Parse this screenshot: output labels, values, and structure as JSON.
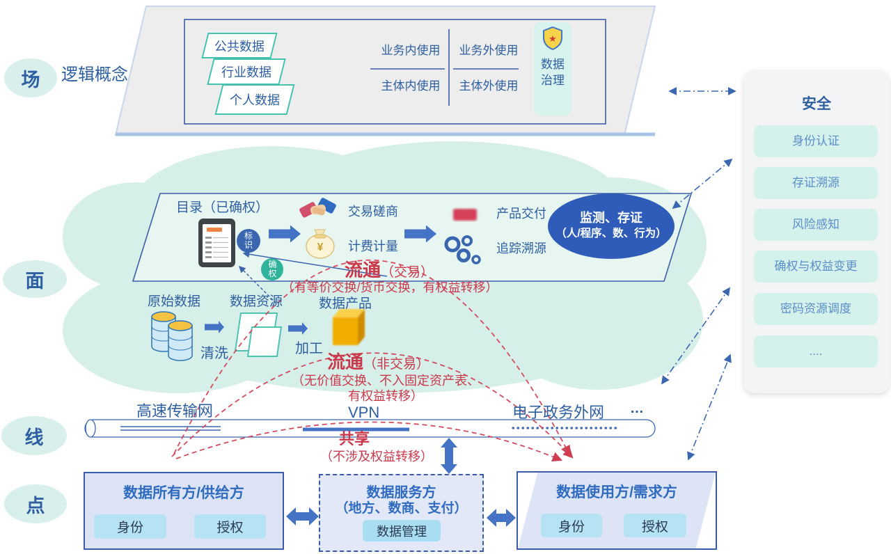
{
  "rail": {
    "items": [
      "场",
      "面",
      "线",
      "点"
    ]
  },
  "concept": {
    "label": "逻辑概念"
  },
  "scene": {
    "chips": [
      "公共数据",
      "行业数据",
      "个人数据"
    ],
    "matrix": {
      "tl": "业务内使用",
      "tr": "业务外使用",
      "bl": "主体内使用",
      "br": "主体外使用"
    },
    "governance": "数据治理"
  },
  "security": {
    "title": "安全",
    "items": [
      "身份认证",
      "存证溯源",
      "风险感知",
      "确权与权益变更",
      "密码资源调度",
      "...."
    ]
  },
  "platform": {
    "catalog": "目录（已确权）",
    "badge_tag": "标识",
    "badge_confirm": "确权",
    "negotiation": "交易磋商",
    "metering": "计费计量",
    "delivery": "产品交付",
    "trace": "追踪溯源",
    "monitor_line1": "监测、存证",
    "monitor_line2": "（人/程序、数、行为）"
  },
  "pipeline": {
    "raw": "原始数据",
    "clean": "清洗",
    "resource": "数据资源",
    "process": "加工",
    "product": "数据产品"
  },
  "circulation": {
    "trade": "流通",
    "trade_mode": "（交易）",
    "trade_note": "（有等价交换/货币交换，有权益转移）",
    "nontrade": "流通",
    "nontrade_mode": "（非交易）",
    "nontrade_note1": "（无价值交换、不入固定资产表、",
    "nontrade_note2": "有权益转移）",
    "share": "共享",
    "share_note": "（不涉及权益转移）"
  },
  "network": {
    "highspeed": "高速传输网",
    "vpn": "VPN",
    "egov": "电子政务外网",
    "more": "…"
  },
  "parties": {
    "owner": {
      "title": "数据所有方/供给方",
      "chips": [
        "身份",
        "授权"
      ]
    },
    "service": {
      "title": "数据服务方",
      "subtitle": "（地方、数商、支付）",
      "chip": "数据管理"
    },
    "user": {
      "title": "数据使用方/需求方",
      "chips": [
        "身份",
        "授权"
      ]
    }
  },
  "colors": {
    "accent_blue": "#2f6bbf",
    "deep_blue": "#2f5cb8",
    "teal": "#2fb39b",
    "badge_blue": "#3a66b0",
    "red": "#c9394b",
    "cloud": "#d7efe9",
    "panel_chip": "#d5f1eb"
  }
}
